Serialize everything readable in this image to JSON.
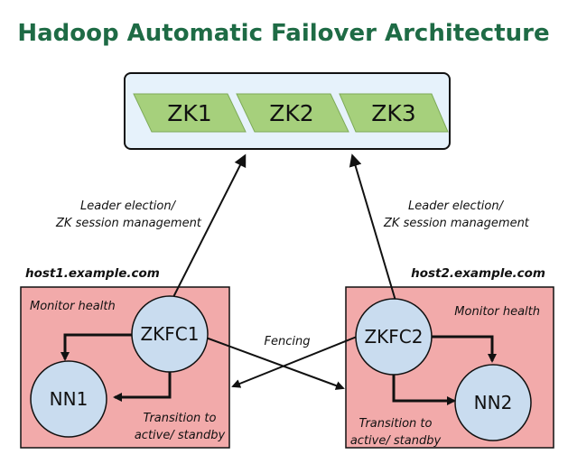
{
  "title": "Hadoop Automatic Failover Architecture",
  "zookeeper": {
    "nodes": [
      "ZK1",
      "ZK2",
      "ZK3"
    ]
  },
  "connections": {
    "left_label_line1": "Leader election/",
    "left_label_line2": "ZK session management",
    "right_label_line1": "Leader election/",
    "right_label_line2": "ZK session management",
    "fencing_label": "Fencing"
  },
  "host1": {
    "name": "host1.example.com",
    "monitor_label": "Monitor health",
    "zkfc": "ZKFC1",
    "namenode": "NN1",
    "transition_line1": "Transition to",
    "transition_line2": "active/ standby"
  },
  "host2": {
    "name": "host2.example.com",
    "monitor_label": "Monitor health",
    "zkfc": "ZKFC2",
    "namenode": "NN2",
    "transition_line1": "Transition to",
    "transition_line2": "active/ standby"
  },
  "colors": {
    "title": "#1e6b45",
    "zk_box_fill": "#e6f2fb",
    "zk_node_fill": "#a6d07c",
    "host_box_fill": "#f2aaaa",
    "circle_fill": "#c9dcef"
  }
}
